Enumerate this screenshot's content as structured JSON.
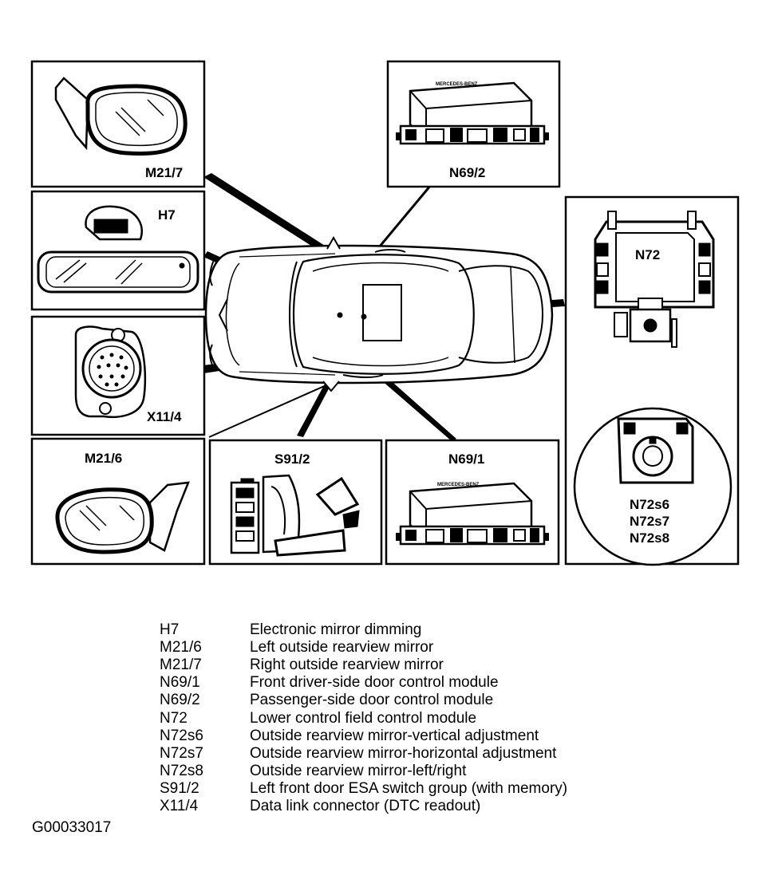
{
  "labels": {
    "m21_7": "M21/7",
    "h7": "H7",
    "x11_4": "X11/4",
    "m21_6": "M21/6",
    "s91_2": "S91/2",
    "n69_1": "N69/1",
    "n69_2": "N69/2",
    "n72": "N72",
    "n72s6": "N72s6",
    "n72s7": "N72s7",
    "n72s8": "N72s8"
  },
  "module_text": "MERCEDES-BENZ",
  "legend": [
    {
      "code": "H7",
      "desc": "Electronic mirror dimming"
    },
    {
      "code": "M21/6",
      "desc": "Left outside rearview mirror"
    },
    {
      "code": "M21/7",
      "desc": "Right outside rearview mirror"
    },
    {
      "code": "N69/1",
      "desc": "Front driver-side door control module"
    },
    {
      "code": "N69/2",
      "desc": "Passenger-side door control module"
    },
    {
      "code": "N72",
      "desc": "Lower control field control module"
    },
    {
      "code": "N72s6",
      "desc": "Outside rearview mirror-vertical adjustment"
    },
    {
      "code": "N72s7",
      "desc": "Outside rearview mirror-horizontal adjustment"
    },
    {
      "code": "N72s8",
      "desc": "Outside rearview mirror-left/right"
    },
    {
      "code": "S91/2",
      "desc": "Left front door ESA switch group (with memory)"
    },
    {
      "code": "X11/4",
      "desc": "Data link connector (DTC readout)"
    }
  ],
  "figure_id": "G00033017"
}
